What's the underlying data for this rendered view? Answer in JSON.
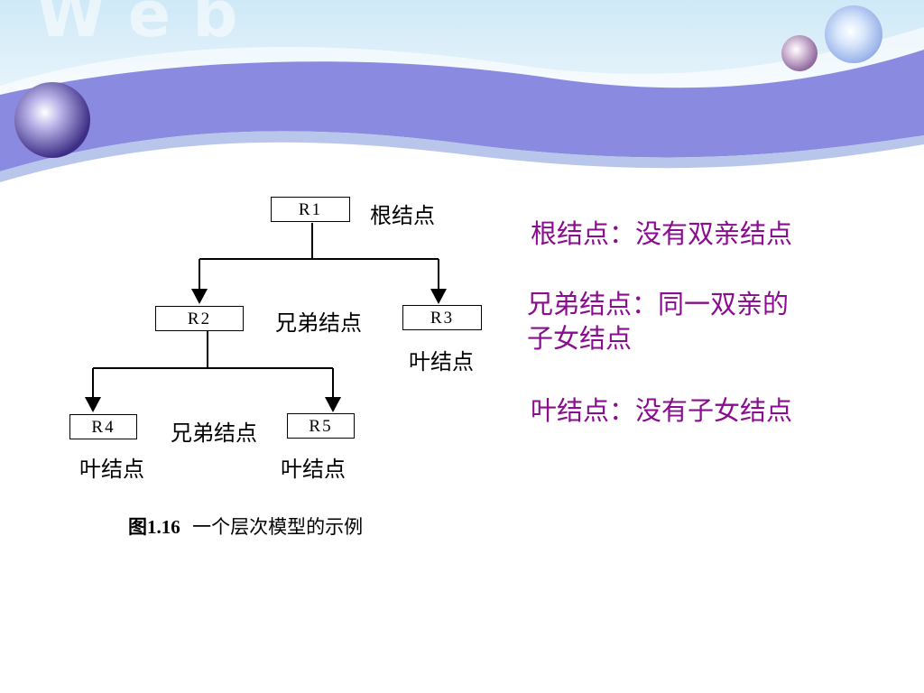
{
  "nodes": {
    "r1": "R1",
    "r2": "R2",
    "r3": "R3",
    "r4": "R4",
    "r5": "R5"
  },
  "labels": {
    "root": "根结点",
    "sibling_1": "兄弟结点",
    "leaf_r3": "叶结点",
    "sibling_2": "兄弟结点",
    "leaf_r4": "叶结点",
    "leaf_r5": "叶结点"
  },
  "definitions": {
    "root_def": "根结点：没有双亲结点",
    "sibling_def_line1": "兄弟结点：同一双亲的",
    "sibling_def_line2": "子女结点",
    "leaf_def": "叶结点：没有子女结点"
  },
  "caption": {
    "figure_no": "图1.16",
    "text": "一个层次模型的示例"
  },
  "colors": {
    "banner_band": "#8a8ae0",
    "definition_text": "#8b0d8f"
  }
}
